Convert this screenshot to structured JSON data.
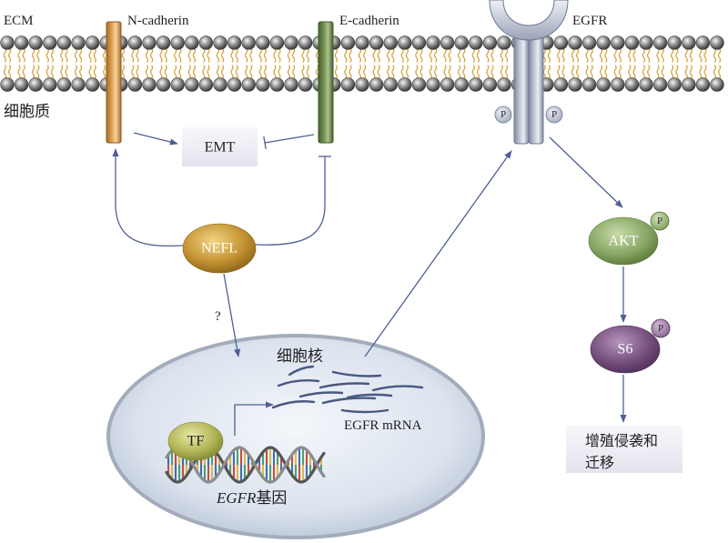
{
  "regions": {
    "extracellular_label": "ECM",
    "cytoplasm_label": "细胞质",
    "nucleus_label": "细胞核"
  },
  "membrane_proteins": {
    "n_cadherin": {
      "label": "N-cadherin"
    },
    "e_cadherin": {
      "label": "E-cadherin"
    },
    "egfr": {
      "label": "EGFR",
      "phospho_sites": [
        "P",
        "P"
      ]
    }
  },
  "nodes": {
    "emt": {
      "label": "EMT"
    },
    "nefl": {
      "label": "NEFL"
    },
    "uncertain_link_mark": "?",
    "akt": {
      "label": "AKT",
      "phospho": "P"
    },
    "s6": {
      "label": "S6",
      "phospho": "P"
    },
    "outcome": {
      "lines": [
        "增殖侵袭和",
        "迁移"
      ]
    }
  },
  "nucleus_contents": {
    "mrna_label": "EGFR mRNA",
    "transcription_factor": "TF",
    "gene": {
      "name": "EGFR",
      "suffix": "基因"
    }
  },
  "colors": {
    "arrow": "#4f5f94",
    "lipid_head": "#8a8a8a",
    "lipid_tail": "#d4a035",
    "n_cadherin": "#e3a95a",
    "e_cadherin": "#7b9658",
    "egfr": "#c3c9d8",
    "nefl": "#c49433",
    "akt": "#8aa866",
    "s6": "#77517f",
    "tf": "#b3b658",
    "nucleus": "#dbe3ee",
    "box": "#e4e4ee",
    "mrna": "#4a5880",
    "dna_backbone": "#555555"
  }
}
